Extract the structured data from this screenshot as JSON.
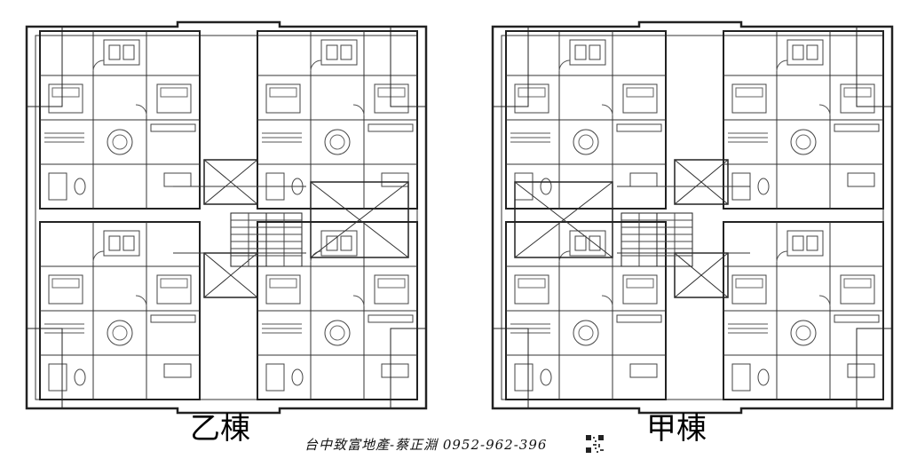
{
  "building_labels": {
    "left": "乙棟",
    "right": "甲棟"
  },
  "watermark": {
    "text": "台中致富地產-蔡正淵 0952-962-396"
  },
  "colors": {
    "line": "#222222",
    "background": "#ffffff",
    "text": "#000000"
  }
}
